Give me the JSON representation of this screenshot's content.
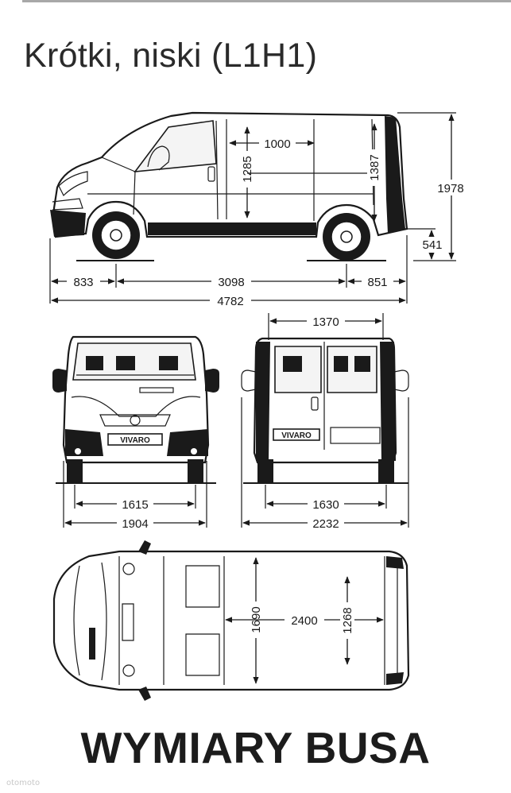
{
  "header": {
    "title": "Krótki, niski (L1H1)"
  },
  "footer": {
    "title": "WYMIARY BUSA",
    "watermark": "otomoto"
  },
  "dimensions": {
    "cargo_length": "1000",
    "interior_height_partition": "1285",
    "interior_height_rear": "1387",
    "overall_height": "1978",
    "load_sill_height": "541",
    "front_overhang": "833",
    "wheelbase": "3098",
    "rear_overhang": "851",
    "overall_length": "4782",
    "rear_door_width": "1370",
    "front_track": "1615",
    "body_width": "1904",
    "rear_track": "1630",
    "width_with_mirrors": "2232",
    "cargo_width": "1690",
    "cargo_floor_length": "2400",
    "width_between_arches": "1268"
  },
  "badges": {
    "front_badge": "VIVARO",
    "rear_badge": "VIVARO"
  }
}
